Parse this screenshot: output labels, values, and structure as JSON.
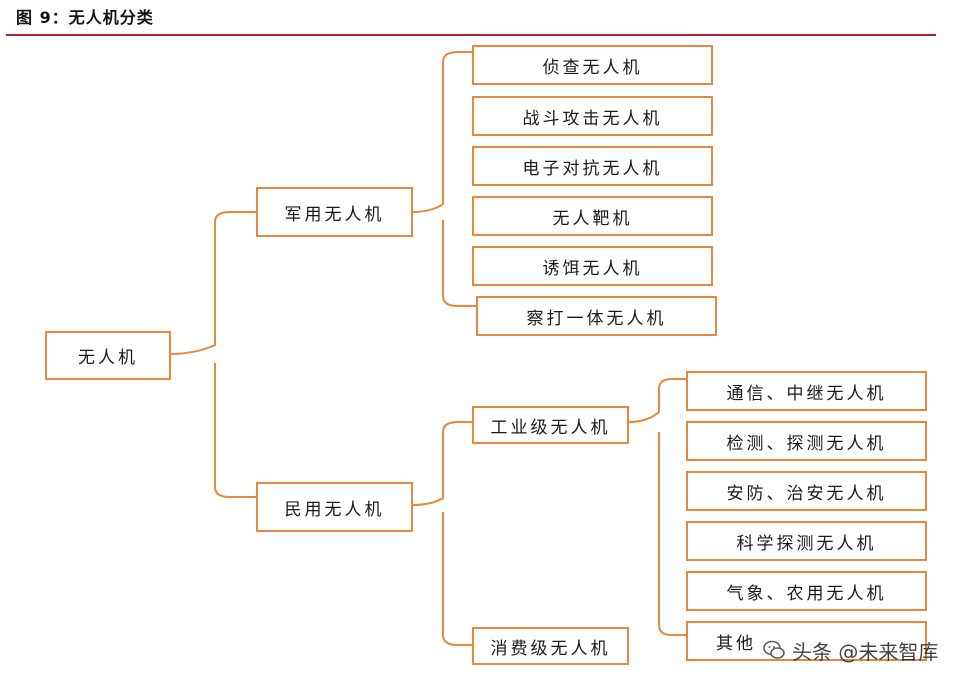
{
  "figure_title": "图 9：无人机分类",
  "colors": {
    "box_border": "#e8883d",
    "connector": "#e8883d",
    "title_rule": "#b3202a"
  },
  "diagram": {
    "root": "无人机",
    "military": {
      "label": "军用无人机",
      "children": [
        "侦查无人机",
        "战斗攻击无人机",
        "电子对抗无人机",
        "无人靶机",
        "诱饵无人机",
        "察打一体无人机"
      ]
    },
    "civil": {
      "label": "民用无人机",
      "industrial": {
        "label": "工业级无人机",
        "children": [
          "通信、中继无人机",
          "检测、探测无人机",
          "安防、治安无人机",
          "科学探测无人机",
          "气象、农用无人机",
          "其他"
        ]
      },
      "consumer": {
        "label": "消费级无人机"
      }
    }
  },
  "watermark": {
    "text": "头条 @未来智库",
    "icon": "wechat-icon"
  }
}
